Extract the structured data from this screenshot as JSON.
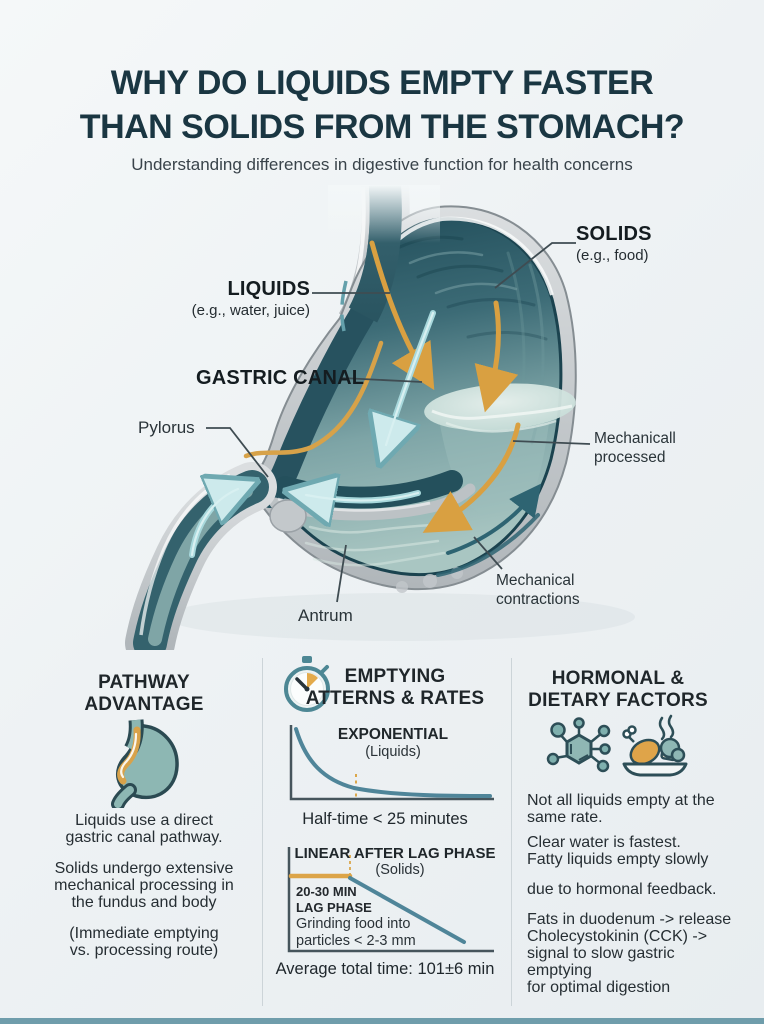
{
  "header": {
    "title_lines": [
      "WHY DO LIQUIDS EMPTY FASTER",
      "THAN SOLIDS FROM THE STOMACH?"
    ],
    "subtitle": "Understanding differences in digestive function for health concerns"
  },
  "diagram": {
    "labels": {
      "solids": "SOLIDS",
      "solids_sub": "(e.g., food)",
      "liquids": "LIQUIDS",
      "liquids_sub": "(e.g., water, juice)",
      "gastric_canal": "GASTRIC CANAL",
      "pylorus": "Pylorus",
      "antrum": "Antrum",
      "mechanically_processed": [
        "Mechanicall",
        "processed"
      ],
      "mechanical_contractions": [
        "Mechanical",
        "contractions"
      ]
    }
  },
  "columns": {
    "pathway": {
      "heading": [
        "PATHWAY",
        "ADVANTAGE"
      ],
      "para1": [
        "Liquids use a direct",
        "gastric canal pathway."
      ],
      "para2": [
        "Solids undergo extensive",
        "mechanical processing in",
        "the fundus and body"
      ],
      "para3": [
        "(Immediate emptying",
        "vs. processing route)"
      ]
    },
    "emptying": {
      "heading": [
        "EMPTYING",
        "ATTERNS & RATES"
      ],
      "chart1_title": "EXPONENTIAL",
      "chart1_sub": "(Liquids)",
      "chart1_caption": "Half-time < 25 minutes",
      "chart2_title": "LINEAR AFTER LAG PHASE",
      "chart2_sub": "(Solids)",
      "chart2_lag": [
        "20-30 MIN",
        "LAG PHASE"
      ],
      "chart2_note": [
        "Grinding food into",
        "particles < 2-3 mm"
      ],
      "chart2_caption": "Average total time: 101±6 min"
    },
    "hormonal": {
      "heading": [
        "HORMONAL &",
        "DIETARY FACTORS"
      ],
      "para1": [
        "Not all liquids empty at the",
        "same rate."
      ],
      "para2": [
        "Clear water is fastest.",
        "Fatty liquids empty slowly"
      ],
      "para3": [
        "due to hormonal feedback."
      ],
      "para4": [
        "Fats in duodenum -> release",
        "Cholecystokinin (CCK) ->",
        "signal to slow gastric emptying",
        "for optimal digestion"
      ]
    }
  },
  "chart_data": [
    {
      "type": "line",
      "title": "EXPONENTIAL",
      "series": "(Liquids)",
      "shape": "exponential decay from full to near zero",
      "annotation": "dashed half-time marker at ~1/3 of x-axis",
      "caption": "Half-time < 25 minutes"
    },
    {
      "type": "line",
      "title": "LINEAR AFTER LAG PHASE",
      "series": "(Solids)",
      "shape": "flat lag segment (~30% of x-axis) then linear decline to baseline",
      "lag_label": "20-30 MIN LAG PHASE",
      "note": "Grinding food into particles < 2-3 mm",
      "caption": "Average total time: 101±6 min"
    }
  ],
  "colors": {
    "title": "#1a3642",
    "teal_line": "#4f8599",
    "orange": "#d9a041",
    "cyan_arrow": "#b9e0e3",
    "wall_gray": "#c6cacc",
    "cavity_dark": "#24505c",
    "bottom_bar": "#6f9dab",
    "background": "#eef2f4"
  }
}
